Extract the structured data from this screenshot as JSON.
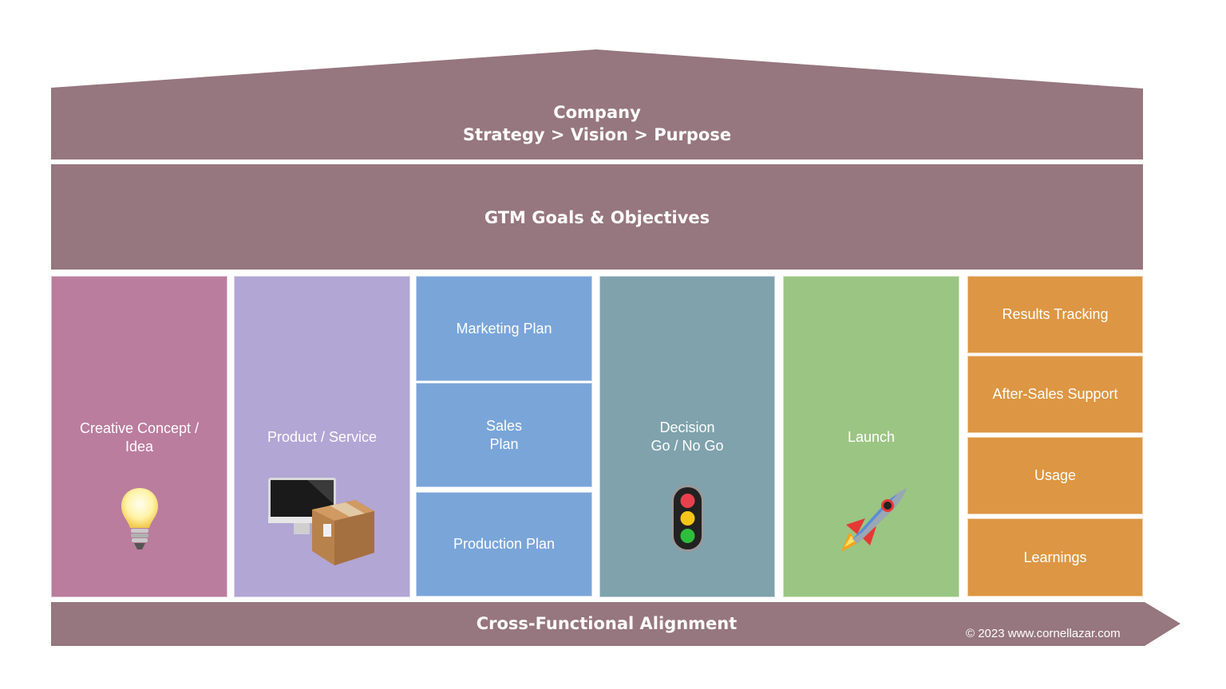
{
  "colors": {
    "mauve": "#96767f",
    "pink": "#ba7d9d",
    "lavender": "#b1a6d4",
    "blue": "#7aa5d9",
    "teal": "#7fa2ad",
    "green": "#9bc582",
    "orange": "#dd9643",
    "text": "#ffffff"
  },
  "roof": {
    "line1": "Company",
    "line2": "Strategy > Vision > Purpose"
  },
  "goals": {
    "label": "GTM Goals & Objectives"
  },
  "columns": [
    {
      "label": "Creative Concept /\nIdea",
      "icon": "lightbulb-icon"
    },
    {
      "label": "Product / Service",
      "icon": "computer-and-box-icon"
    },
    {
      "stack": [
        "Marketing Plan",
        "Sales\nPlan",
        "Production Plan"
      ]
    },
    {
      "label": "Decision\nGo / No Go",
      "icon": "traffic-light-icon"
    },
    {
      "label": "Launch",
      "icon": "rocket-icon"
    },
    {
      "stack": [
        "Results Tracking",
        "After-Sales Support",
        "Usage",
        "Learnings"
      ]
    }
  ],
  "foundation": {
    "label": "Cross-Functional Alignment"
  },
  "copyright": "© 2023 www.cornellazar.com"
}
